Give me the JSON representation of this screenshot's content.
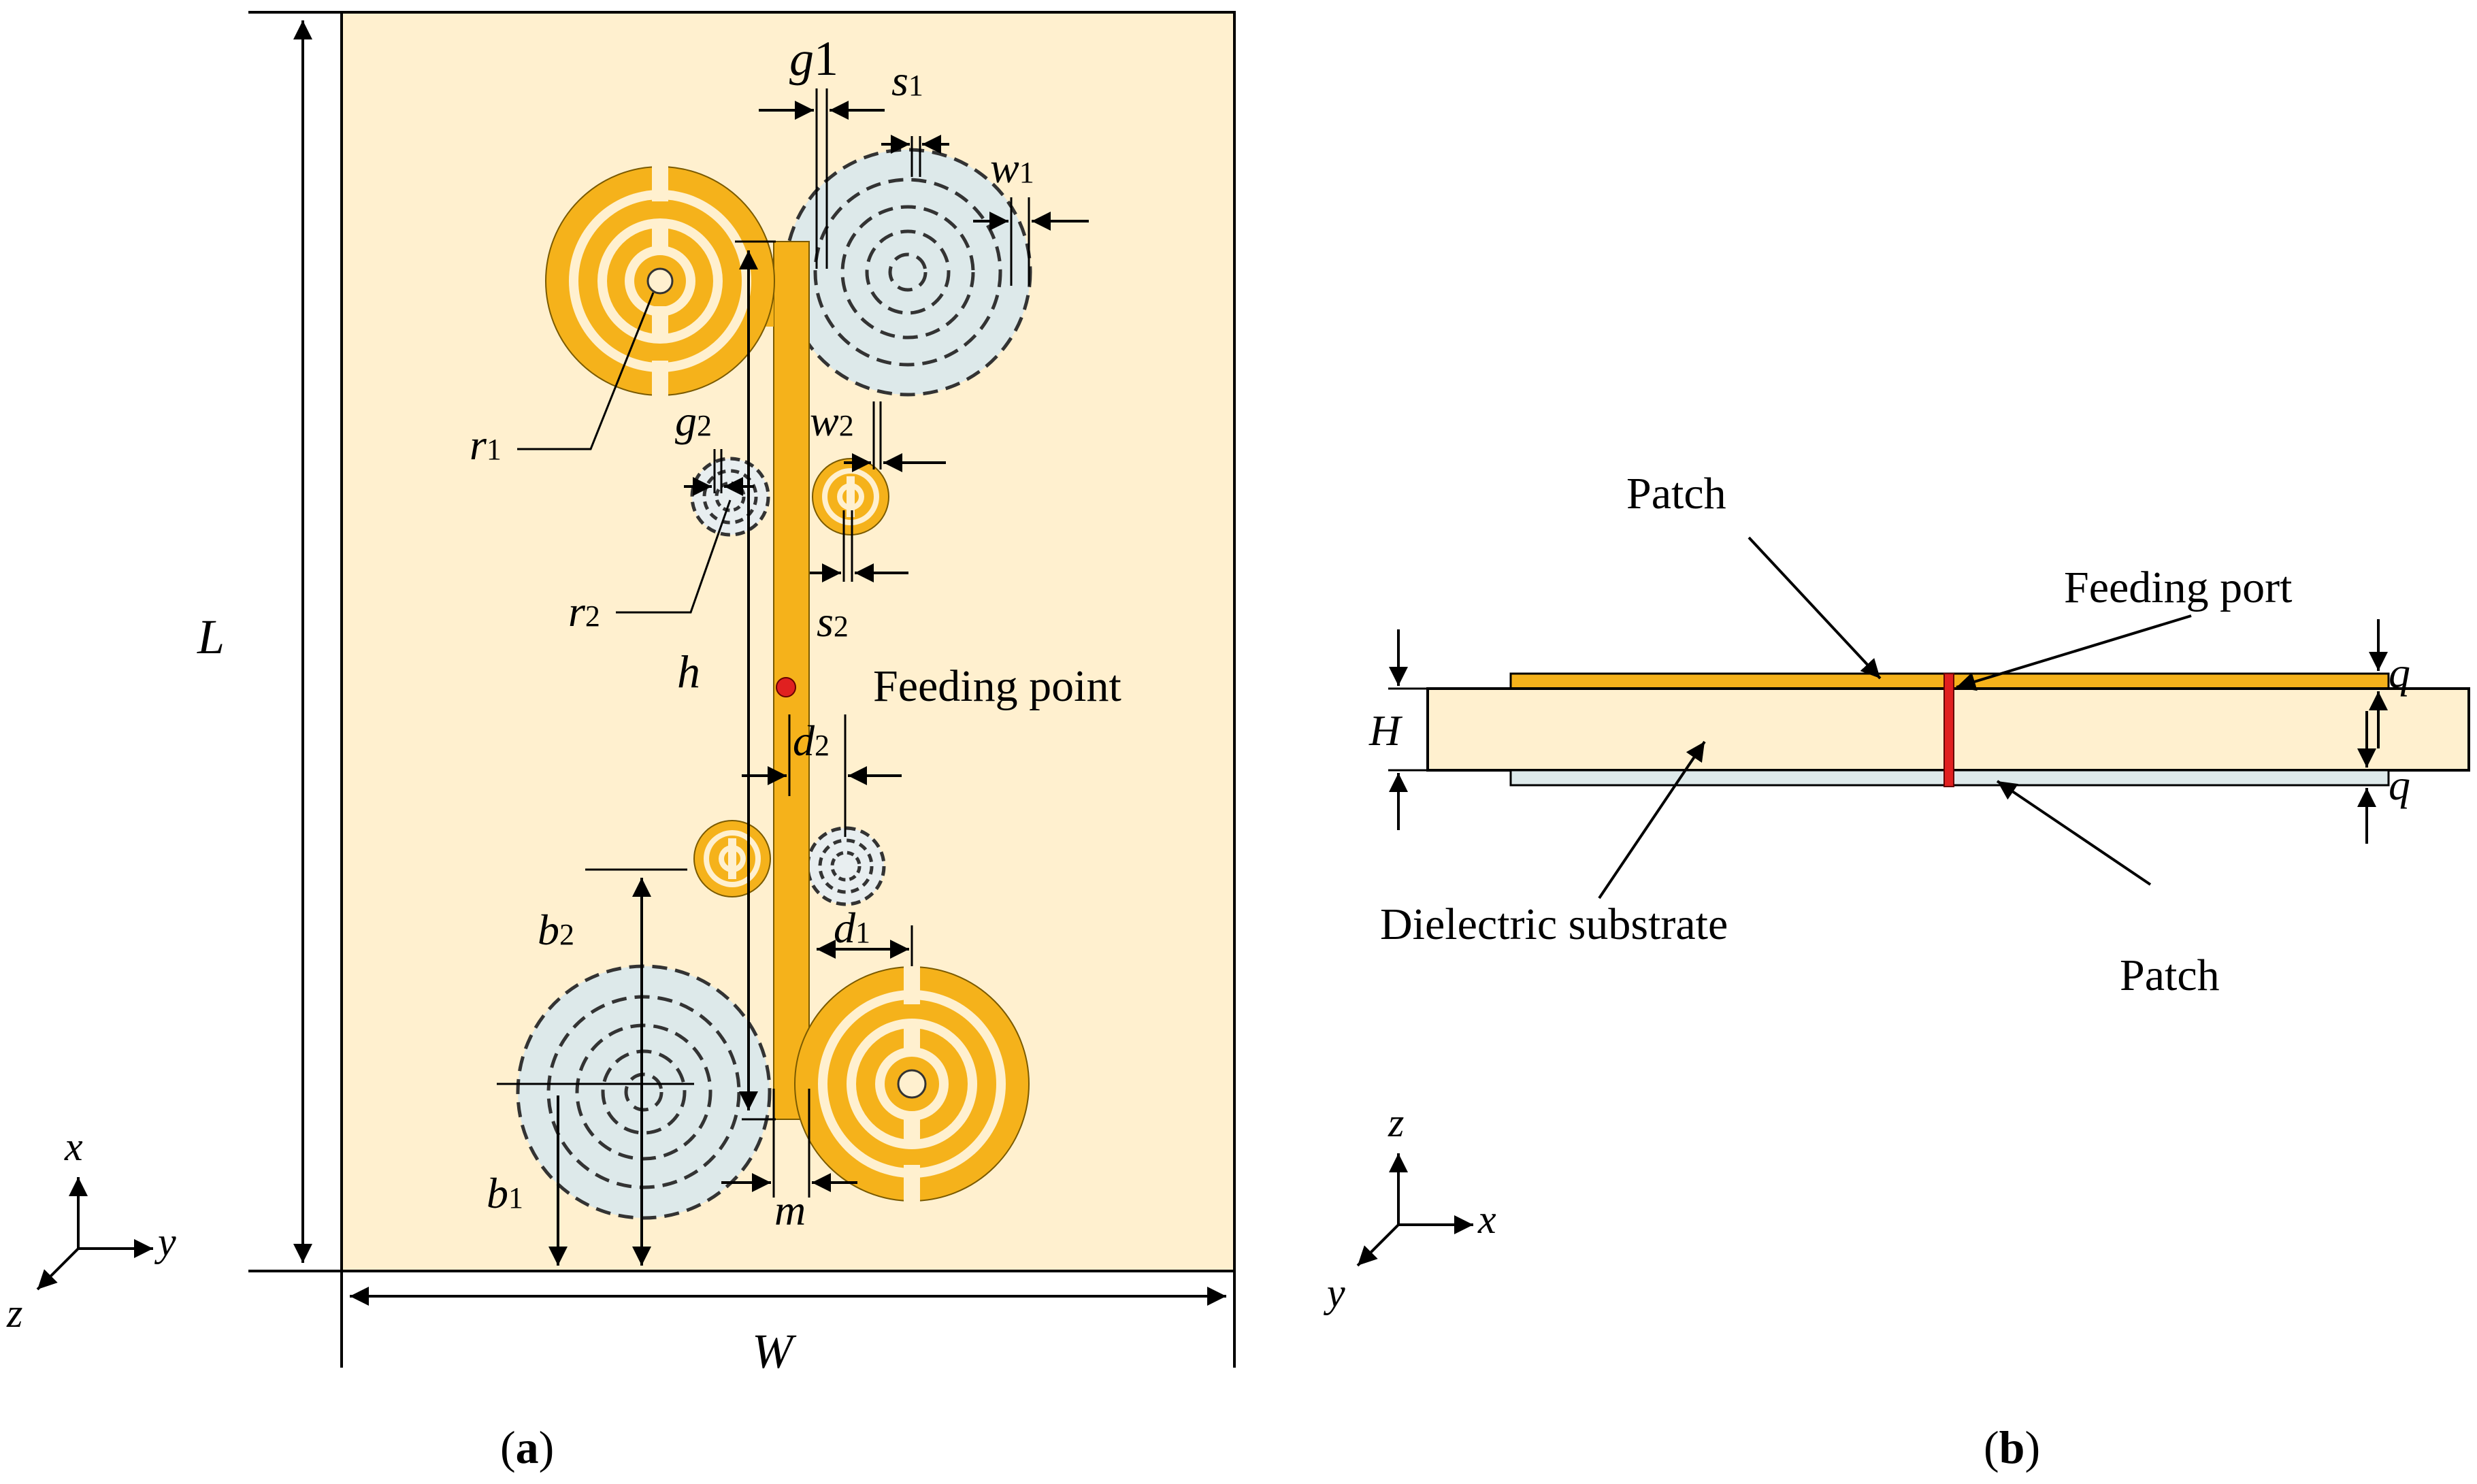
{
  "colors": {
    "substrate": "#fff0cf",
    "copper": "#f5b21b",
    "back_patch": "#dde9ea",
    "feed": "#e02020",
    "line": "#000000"
  },
  "panel_a": {
    "caption_open": "(",
    "caption_letter": "a",
    "caption_close": ")",
    "dim_L": "L",
    "dim_W": "W",
    "dim_h": "h",
    "dim_b1_main": "b",
    "dim_b1_sub": "1",
    "dim_b2_main": "b",
    "dim_b2_sub": "2",
    "dim_r1_main": "r",
    "dim_r1_sub": "1",
    "dim_r2_main": "r",
    "dim_r2_sub": "2",
    "dim_g1_main": "g",
    "dim_g1_sub": "1",
    "dim_g2_main": "g",
    "dim_g2_sub": "2",
    "dim_s1_main": "s",
    "dim_s1_sub": "1",
    "dim_s2_main": "s",
    "dim_s2_sub": "2",
    "dim_w1_main": "w",
    "dim_w1_sub": "1",
    "dim_w2_main": "w",
    "dim_w2_sub": "2",
    "dim_d1_main": "d",
    "dim_d1_sub": "1",
    "dim_d2_main": "d",
    "dim_d2_sub": "2",
    "dim_m": "m",
    "feeding_point_label": "Feeding point",
    "axis_x": "x",
    "axis_y": "y",
    "axis_z": "z"
  },
  "panel_b": {
    "caption_open": "(",
    "caption_letter": "b",
    "caption_close": ")",
    "top_patch_label": "Patch",
    "bottom_patch_label": "Patch",
    "feeding_port_label": "Feeding port",
    "substrate_label": "Dielectric substrate",
    "dim_H": "H",
    "dim_q_top": "q",
    "dim_q_bottom": "q",
    "axis_x": "x",
    "axis_y": "y",
    "axis_z": "z"
  }
}
